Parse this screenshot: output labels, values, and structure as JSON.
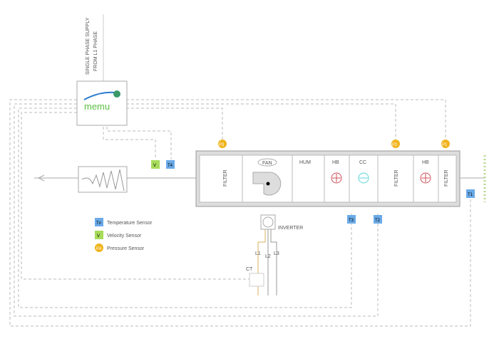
{
  "title_supply": [
    "SINGLE PHASE SUPPLY",
    "FROM L1 PHASE"
  ],
  "controller": {
    "brand": "memu"
  },
  "ahu": {
    "sections": [
      {
        "id": "filter-1",
        "label": "FILTER"
      },
      {
        "id": "fan",
        "label": "FAN"
      },
      {
        "id": "hum",
        "label": "HUM"
      },
      {
        "id": "hb-1",
        "label": "HB"
      },
      {
        "id": "cc",
        "label": "CC"
      },
      {
        "id": "filter-2",
        "label": "FILTER"
      },
      {
        "id": "hb-2",
        "label": "HB"
      },
      {
        "id": "filter-3",
        "label": "FILTER"
      }
    ]
  },
  "sensors": {
    "pressure": [
      "P3",
      "P2",
      "P1"
    ],
    "temperature": [
      "T4",
      "T3",
      "T2",
      "T1"
    ],
    "velocity": [
      "V"
    ]
  },
  "electrical": {
    "inverter": "INVERTER",
    "ct": "CT",
    "phases": [
      "L1",
      "L2",
      "L3"
    ]
  },
  "legend": [
    {
      "symbol": "T#",
      "label": "Temperature Sensor"
    },
    {
      "symbol": "V",
      "label": "Velocity Sensor"
    },
    {
      "symbol": "P#",
      "label": "Pressure Sensor"
    }
  ],
  "colors": {
    "temp": "#6aaae8",
    "velocity": "#a6dc5a",
    "pressure": "#f0b41e",
    "heat": "#d0505a",
    "cool": "#5ad6d6",
    "phase_l1": "#d8b060"
  }
}
